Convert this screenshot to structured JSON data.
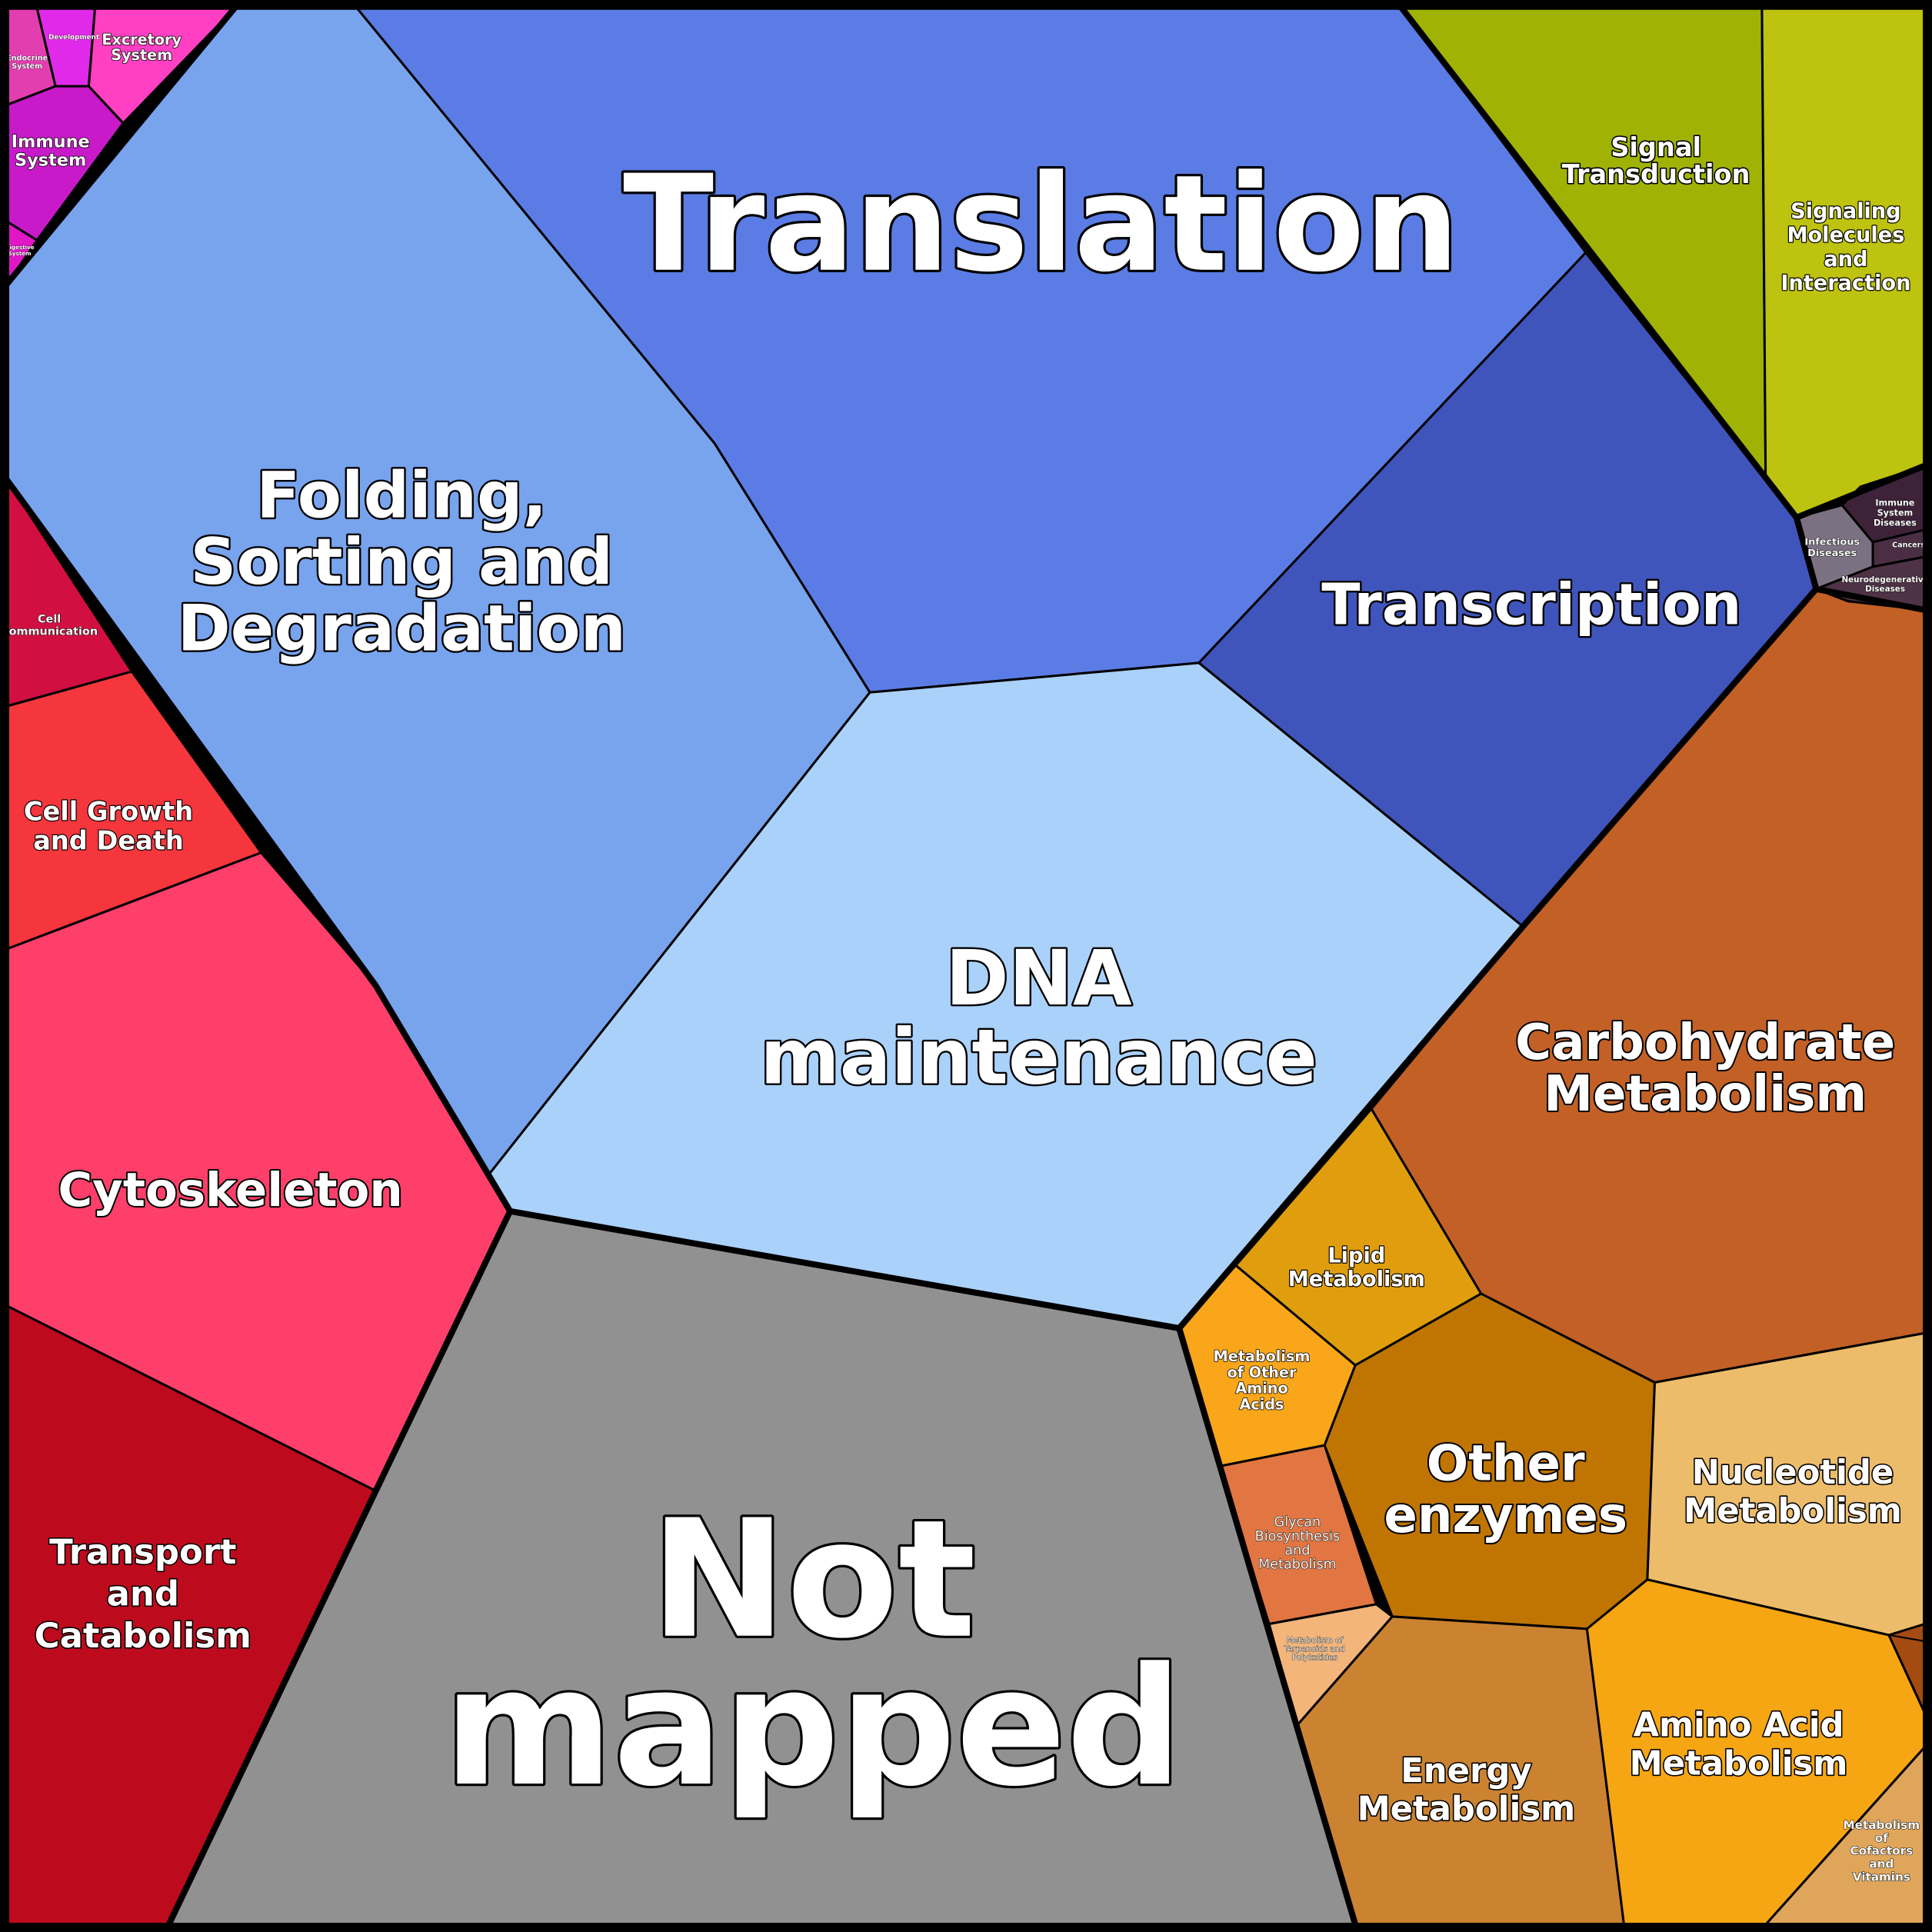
{
  "chart_data": {
    "type": "voronoi-treemap",
    "cells": [
      {
        "id": "translation",
        "label": [
          "Translation"
        ],
        "color": "#5A7CE4"
      },
      {
        "id": "folding",
        "label": [
          "Folding,",
          "Sorting and",
          "Degradation"
        ],
        "color": "#78A3ED"
      },
      {
        "id": "transcription",
        "label": [
          "Transcription"
        ],
        "color": "#3F55BB"
      },
      {
        "id": "dna-maintenance",
        "label": [
          "DNA",
          "maintenance"
        ],
        "color": "#AAD1FA"
      },
      {
        "id": "not-mapped",
        "label": [
          "Not",
          "mapped"
        ],
        "color": "#929192"
      },
      {
        "id": "signal-transduction",
        "label": [
          "Signal",
          "Transduction"
        ],
        "color": "#A0B304"
      },
      {
        "id": "signaling-molecules",
        "label": [
          "Signaling",
          "Molecules",
          "and",
          "Interaction"
        ],
        "color": "#BDC30E"
      },
      {
        "id": "infectious-diseases",
        "label": [
          "Infectious",
          "Diseases"
        ],
        "color": "#7C7182"
      },
      {
        "id": "immune-system-diseases",
        "label": [
          "Immune",
          "System",
          "Diseases"
        ],
        "color": "#3D2238"
      },
      {
        "id": "cancers",
        "label": [
          "Cancers"
        ],
        "color": "#4B2E44"
      },
      {
        "id": "neurodegenerative-diseases",
        "label": [
          "Neurodegenerative",
          "Diseases"
        ],
        "color": "#4D3345"
      },
      {
        "id": "carbohydrate-metabolism",
        "label": [
          "Carbohydrate",
          "Metabolism"
        ],
        "color": "#C26026"
      },
      {
        "id": "lipid-metabolism",
        "label": [
          "Lipid",
          "Metabolism"
        ],
        "color": "#E09E0E"
      },
      {
        "id": "metabolism-other-amino-acids",
        "label": [
          "Metabolism",
          "of Other",
          "Amino",
          "Acids"
        ],
        "color": "#FAA61A"
      },
      {
        "id": "other-enzymes",
        "label": [
          "Other",
          "enzymes"
        ],
        "color": "#C07502"
      },
      {
        "id": "nucleotide-metabolism",
        "label": [
          "Nucleotide",
          "Metabolism"
        ],
        "color": "#EDBC6A"
      },
      {
        "id": "glycan-biosynthesis",
        "label": [
          "Glycan",
          "Biosynthesis",
          "and",
          "Metabolism"
        ],
        "color": "#E17642"
      },
      {
        "id": "terpenoids-polyketides",
        "label": [
          "Metabolism of",
          "Terpenoids and",
          "Polyketides"
        ],
        "color": "#F3B57A"
      },
      {
        "id": "energy-metabolism",
        "label": [
          "Energy",
          "Metabolism"
        ],
        "color": "#CB8331"
      },
      {
        "id": "amino-acid-metabolism",
        "label": [
          "Amino Acid",
          "Metabolism"
        ],
        "color": "#F6A513"
      },
      {
        "id": "cofactors-vitamins",
        "label": [
          "Metabolism",
          "of",
          "Cofactors",
          "and",
          "Vitamins"
        ],
        "color": "#DFA55A"
      },
      {
        "id": "xenobiotics",
        "label": [],
        "color": "#A44B12"
      },
      {
        "id": "excretory-system",
        "label": [
          "Excretory",
          "System"
        ],
        "color": "#FF40C2"
      },
      {
        "id": "development",
        "label": [
          "Development"
        ],
        "color": "#E12AE9"
      },
      {
        "id": "endocrine-system",
        "label": [
          "Endocrine",
          "System"
        ],
        "color": "#E23EB0"
      },
      {
        "id": "immune-system",
        "label": [
          "Immune",
          "System"
        ],
        "color": "#C81AC9"
      },
      {
        "id": "digestive-system",
        "label": [
          "Digestive",
          "System"
        ],
        "color": "#E016C7"
      },
      {
        "id": "cell-communication",
        "label": [
          "Cell",
          "Communication"
        ],
        "color": "#D10F40"
      },
      {
        "id": "cell-growth-death",
        "label": [
          "Cell Growth",
          "and Death"
        ],
        "color": "#F5363C"
      },
      {
        "id": "cytoskeleton",
        "label": [
          "Cytoskeleton"
        ],
        "color": "#FE3F6A"
      },
      {
        "id": "transport-catabolism",
        "label": [
          "Transport",
          "and",
          "Catabolism"
        ],
        "color": "#BE0A1D"
      }
    ]
  }
}
